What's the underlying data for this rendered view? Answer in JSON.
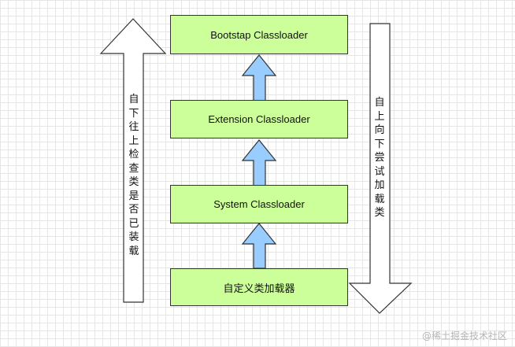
{
  "boxes": {
    "bootstrap": "Bootstap Classloader",
    "extension": "Extension Classloader",
    "system": "System Classloader",
    "custom": "自定义类加载器"
  },
  "left_arrow_label": "自下往上检查类是否已装载",
  "right_arrow_label": "自上向下尝试加载类",
  "watermark": "@稀土掘金技术社区",
  "colors": {
    "box_fill": "#ccff99",
    "small_arrow_fill": "#99ccff",
    "big_arrow_fill": "#ffffff",
    "stroke": "#333333"
  }
}
